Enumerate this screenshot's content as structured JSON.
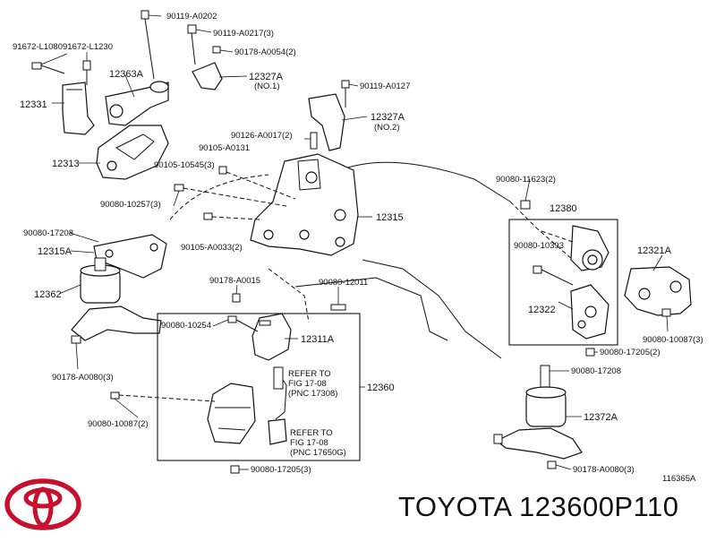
{
  "title": "TOYOTA 123600P110",
  "figure_code": "116365A",
  "logo": {
    "name": "toyota-logo",
    "color": "#c8102e"
  },
  "labels": {
    "l90119_A0202": "90119-A0202",
    "l90119_A0217": "90119-A0217(3)",
    "l90178_A0054": "90178-A0054(2)",
    "l91672_L1080": "91672-L1080",
    "l91672_L1230": "91672-L1230",
    "l12363A": "12363A",
    "l12327A_1": "12327A",
    "l12327A_1_sub": "(NO.1)",
    "l12331": "12331",
    "l90119_A0127": "90119-A0127",
    "l12327A_2": "12327A",
    "l12327A_2_sub": "(NO.2)",
    "l90126_A0017": "90126-A0017(2)",
    "l90105_A0131": "90105-A0131",
    "l90105_10545": "90105-10545(3)",
    "l12313": "12313",
    "l90080_11623": "90080-11623(2)",
    "l90080_10257": "90080-10257(3)",
    "l12315": "12315",
    "l12380": "12380",
    "l90080_17208_a": "90080-17208",
    "l90105_A0033": "90105-A0033(2)",
    "l90080_10393": "90080-10393",
    "l12321A": "12321A",
    "l12315A": "12315A",
    "l90178_A0015": "90178-A0015",
    "l90080_12011": "90080-12011",
    "l12362": "12362",
    "l12322": "12322",
    "l90080_10087_a": "90080-10087(3)",
    "l90080_10254": "90080-10254",
    "l12311A": "12311A",
    "l90080_17205_a": "90080-17205(2)",
    "l90080_17208_b": "90080-17208",
    "l90178_A0080_a": "90178-A0080(3)",
    "refer1_a": "REFER TO",
    "refer1_b": "FIG 17-08",
    "refer1_c": "(PNC 17308)",
    "l12360": "12360",
    "l12372A": "12372A",
    "l90080_10087_b": "90080-10087(2)",
    "refer2_a": "REFER TO",
    "refer2_b": "FIG 17-08",
    "refer2_c": "(PNC 17650G)",
    "l90080_17205_b": "90080-17205(3)",
    "l90178_A0080_b": "90178-A0080(3)"
  }
}
